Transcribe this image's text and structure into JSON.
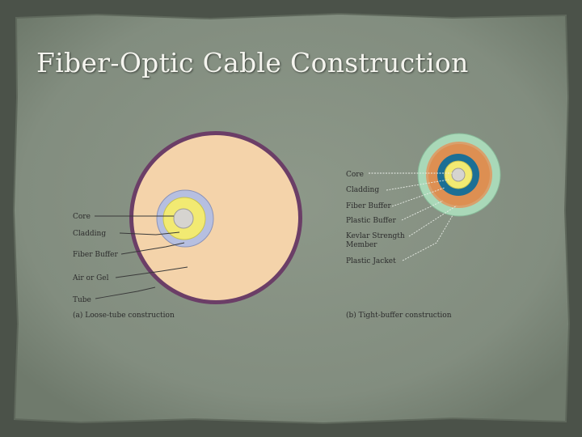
{
  "slide": {
    "title": "Fiber-Optic Cable Construction"
  },
  "loose_tube": {
    "labels": [
      "Core",
      "Cladding",
      "Fiber Buffer",
      "Air or Gel",
      "Tube"
    ],
    "caption": "(a) Loose-tube construction",
    "colors": {
      "tube": "#6b3e67",
      "gel": "#f4d3aa",
      "buffer": "#b6bfe0",
      "cladding": "#f2ea72",
      "core": "#d6d4d0"
    }
  },
  "tight_buffer": {
    "labels": [
      "Core",
      "Cladding",
      "Fiber Buffer",
      "Plastic Buffer",
      "Kevlar Strength",
      "Member",
      "Plastic Jacket"
    ],
    "caption": "(b) Tight-buffer construction",
    "colors": {
      "jacket": "#a9d8b8",
      "kevlar": "#7b8fa0",
      "plastic_buffer": "#dd8f52",
      "fiber_buffer": "#1c6f95",
      "cladding": "#f2ea72",
      "core": "#d6d4d0"
    }
  },
  "theme": {
    "background": "#4f564c",
    "panel": "#8a9586",
    "title_color": "#f4f4ee"
  }
}
